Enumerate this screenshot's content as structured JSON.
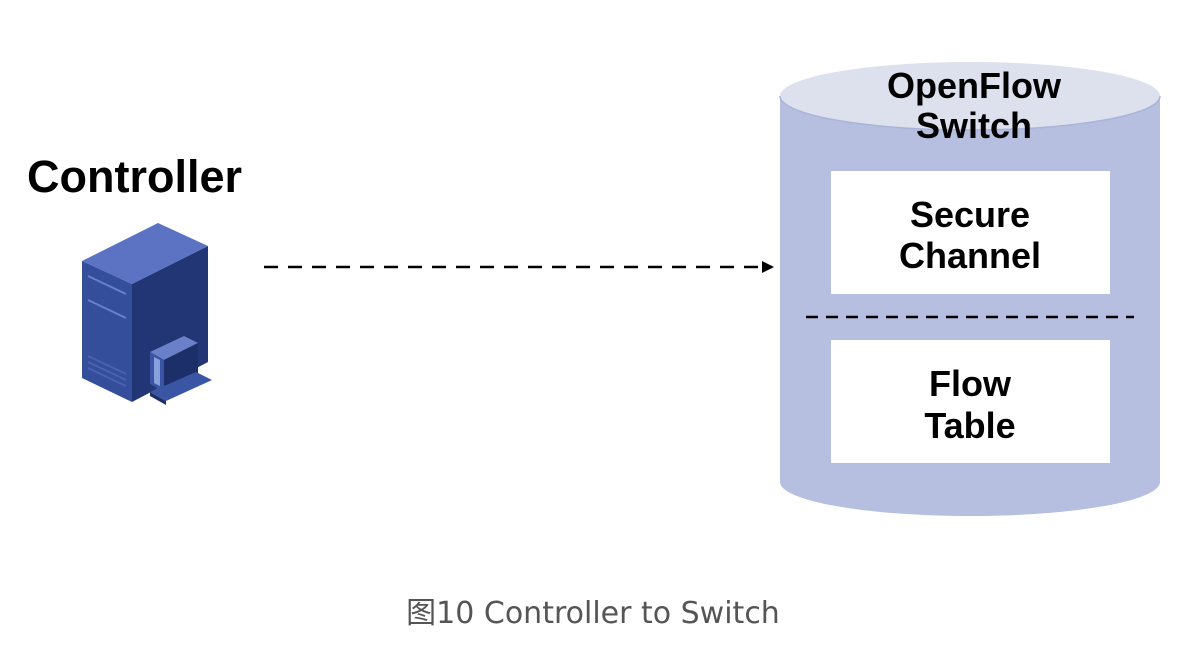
{
  "controller": {
    "label": "Controller",
    "icon": "server-tower-icon"
  },
  "switch": {
    "title_line1": "OpenFlow",
    "title_line2": "Switch",
    "secure_channel_line1": "Secure",
    "secure_channel_line2": "Channel",
    "flow_table_line1": "Flow",
    "flow_table_line2": "Table"
  },
  "connection": {
    "style": "dashed-arrow"
  },
  "caption": "图10 Controller to Switch",
  "colors": {
    "cylinder_body": "#b7bfe0",
    "cylinder_top": "#dde1ee",
    "server_blue": "#2a3f86",
    "text": "#000000",
    "caption_text": "#555555"
  }
}
